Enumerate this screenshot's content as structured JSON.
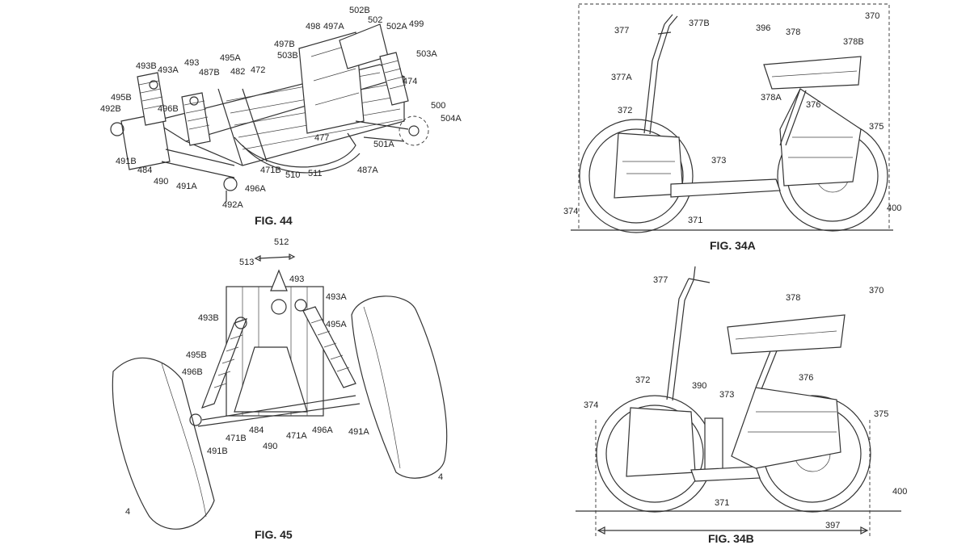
{
  "figures": {
    "fig44": {
      "caption": "FIG. 44",
      "labels": [
        "502B",
        "502",
        "502A",
        "499",
        "498",
        "497A",
        "497B",
        "503B",
        "503A",
        "493B",
        "493A",
        "493",
        "495A",
        "472",
        "487B",
        "482",
        "474",
        "500",
        "504A",
        "495B",
        "496B",
        "492B",
        "491B",
        "484",
        "490",
        "491A",
        "496A",
        "492A",
        "471B",
        "510",
        "511",
        "477",
        "487A",
        "501A"
      ]
    },
    "fig45": {
      "caption": "FIG. 45",
      "labels": [
        "512",
        "513",
        "493",
        "493A",
        "493B",
        "495A",
        "495B",
        "496B",
        "491B",
        "471B",
        "484",
        "490",
        "471A",
        "496A",
        "491A",
        "4",
        "4"
      ]
    },
    "fig34a": {
      "caption": "FIG. 34A",
      "labels": [
        "396",
        "370",
        "377",
        "377B",
        "378",
        "378B",
        "377A",
        "378A",
        "376",
        "372",
        "375",
        "373",
        "374",
        "371",
        "400"
      ]
    },
    "fig34b": {
      "caption": "FIG. 34B",
      "labels": [
        "377",
        "370",
        "378",
        "372",
        "390",
        "373",
        "376",
        "374",
        "375",
        "371",
        "400",
        "397"
      ]
    }
  }
}
